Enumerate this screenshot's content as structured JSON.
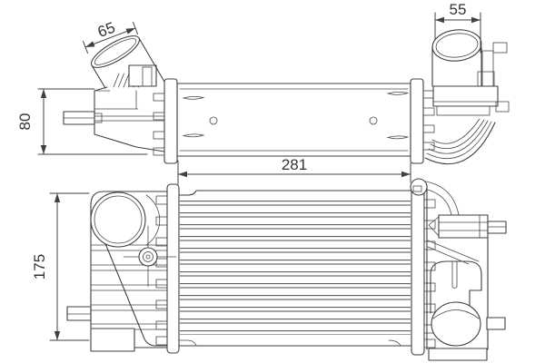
{
  "drawing": {
    "kind": "intercooler-technical-line-drawing",
    "background": "#ffffff",
    "line_color": "#3f3f3f",
    "text_color": "#333333",
    "views": {
      "side_view": {
        "position": "top"
      },
      "front_view": {
        "position": "bottom"
      }
    },
    "dimensions": {
      "d65": {
        "value": "65",
        "feature": "angled-inlet-pipe",
        "view": "side",
        "orientation": "diagonal"
      },
      "d55": {
        "value": "55",
        "feature": "vertical-outlet-pipe",
        "view": "side",
        "orientation": "horizontal"
      },
      "d80": {
        "value": "80",
        "feature": "tank-depth",
        "view": "side",
        "orientation": "vertical"
      },
      "d281": {
        "value": "281",
        "feature": "core-width",
        "view": "side",
        "orientation": "horizontal"
      },
      "d175": {
        "value": "175",
        "feature": "core-height",
        "view": "front",
        "orientation": "vertical"
      }
    }
  }
}
